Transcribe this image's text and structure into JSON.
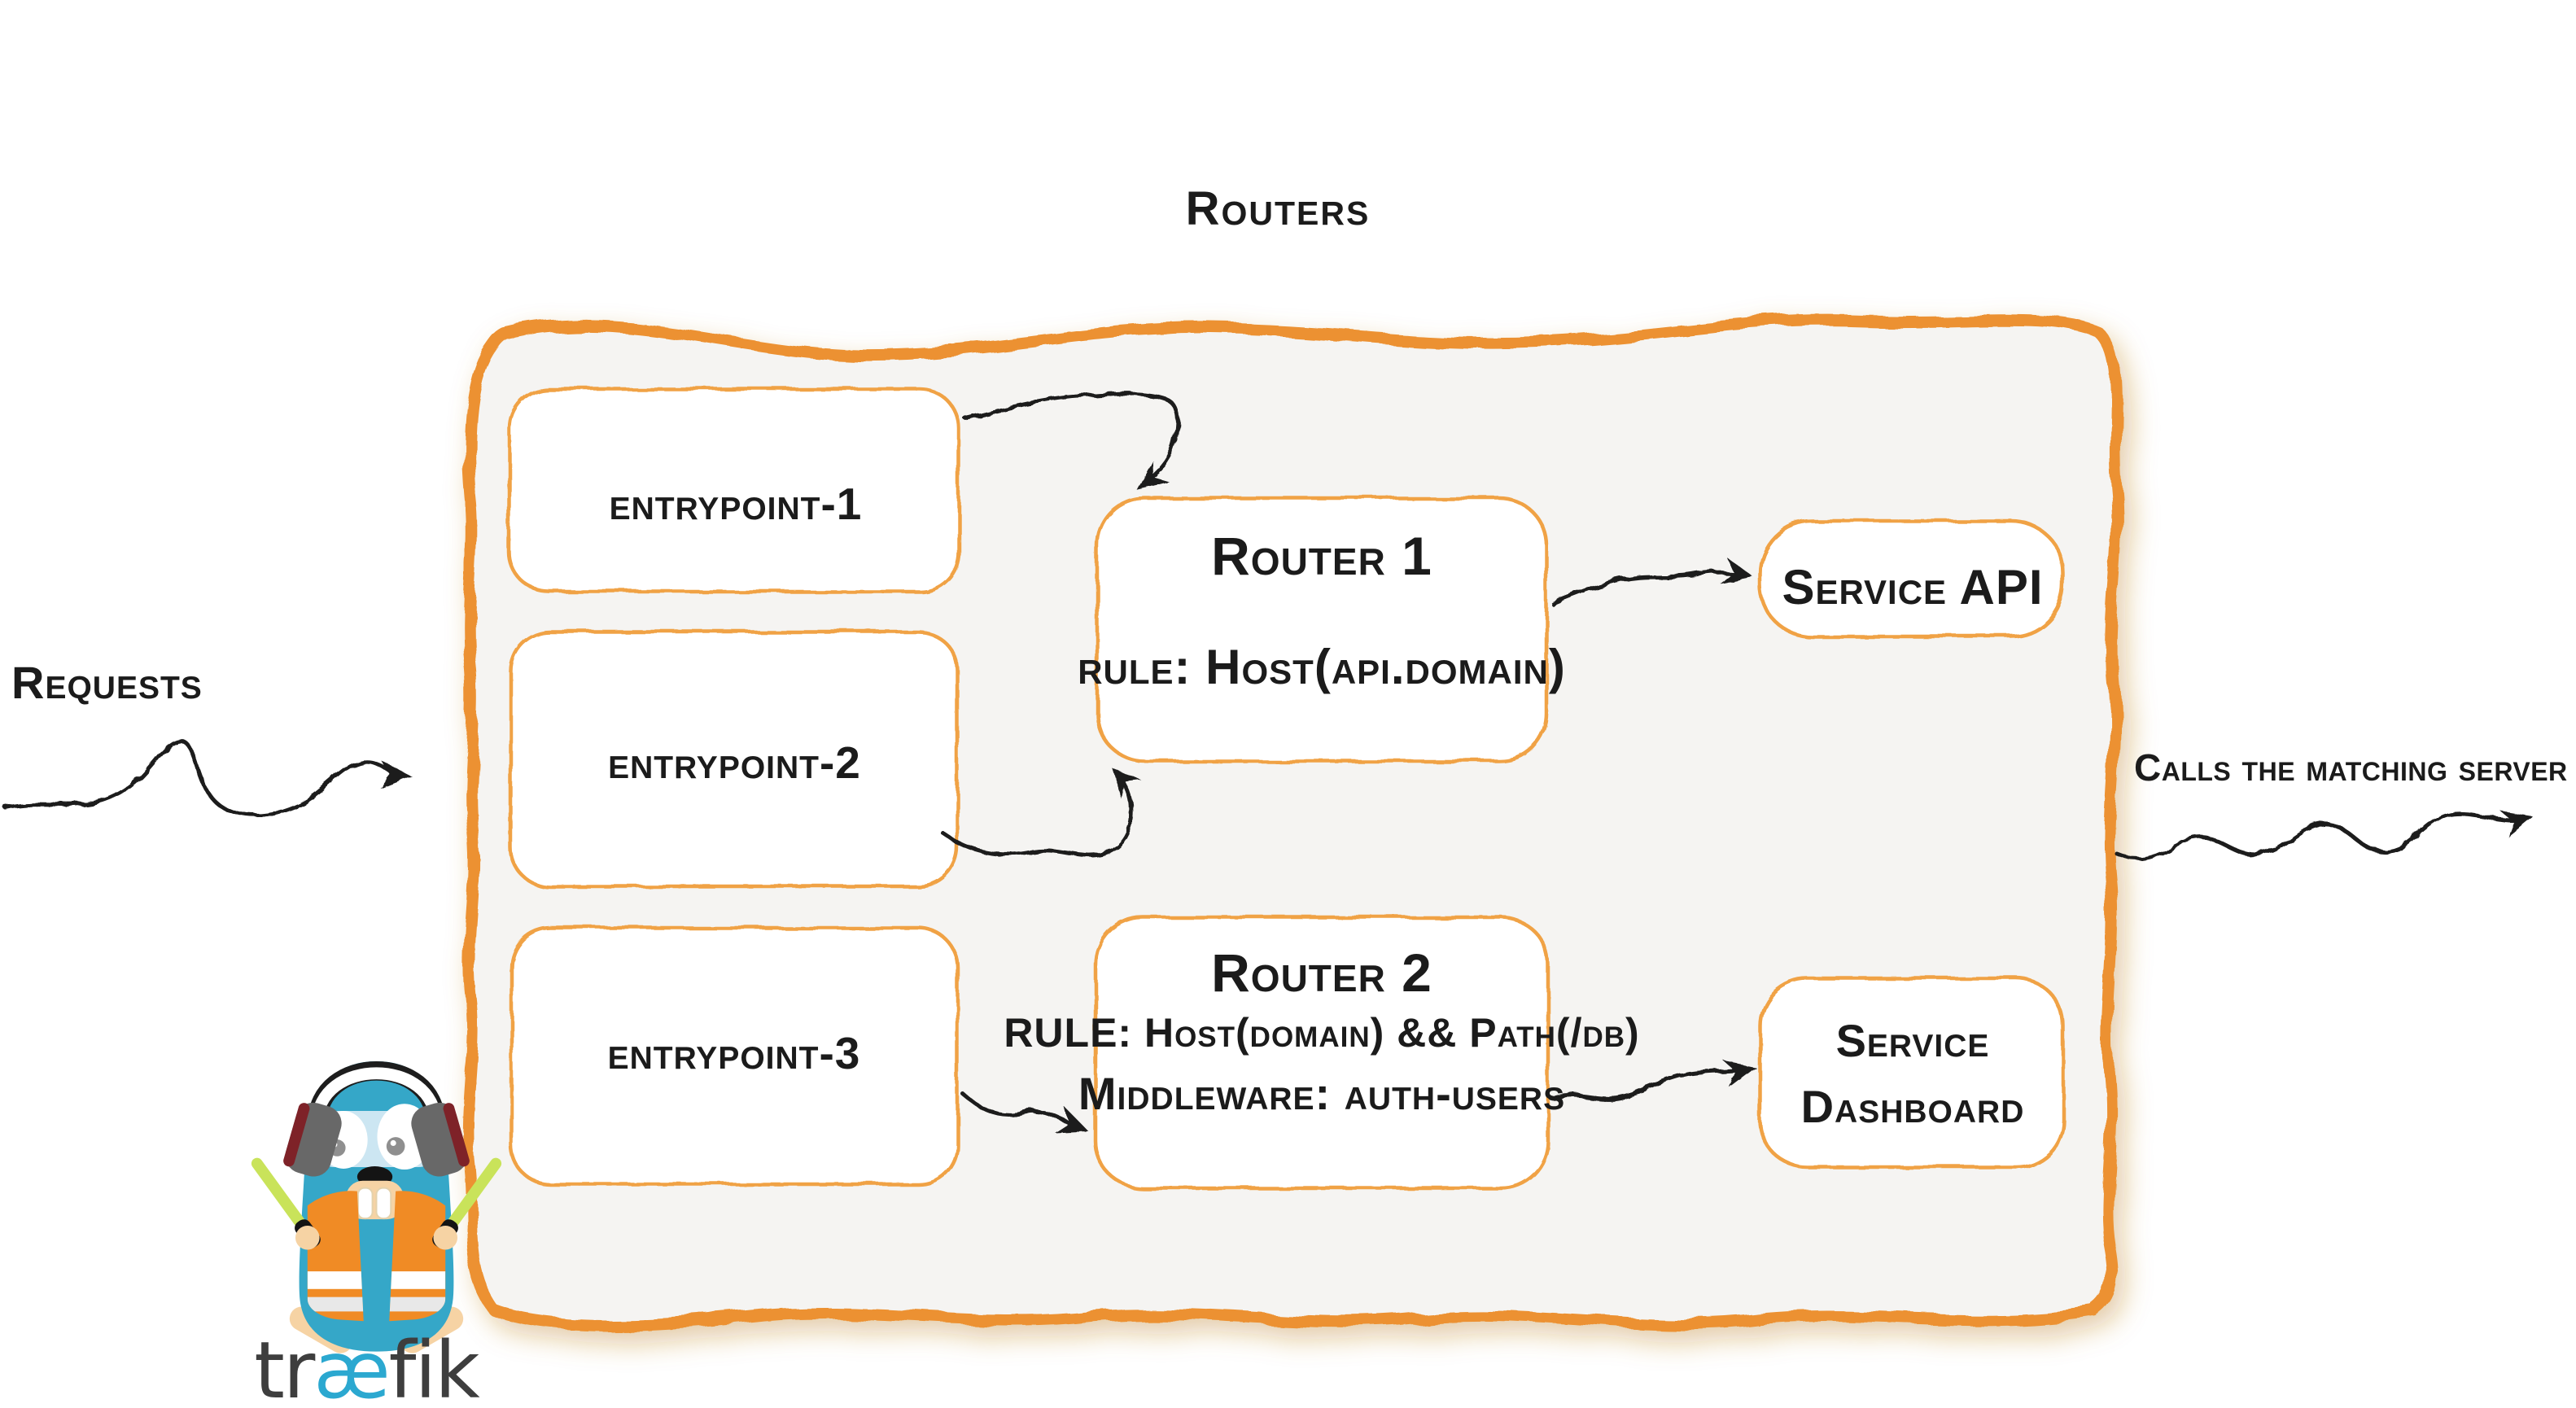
{
  "diagram": {
    "title": "Routers",
    "requests_label": "Requests",
    "output_label": "Calls the matching server"
  },
  "entrypoints": [
    {
      "label": "entrypoint-1"
    },
    {
      "label": "entrypoint-2"
    },
    {
      "label": "entrypoint-3"
    }
  ],
  "routers": [
    {
      "title": "Router 1",
      "rule": "rule: Host(api.domain)"
    },
    {
      "title": "Router 2",
      "rule": "RULE: Host(domain) && Path(/db)",
      "middleware": "Middleware: auth-users"
    }
  ],
  "services": [
    {
      "lines": [
        "Service API"
      ]
    },
    {
      "lines": [
        "Service",
        "Dashboard"
      ]
    }
  ],
  "logo": {
    "wordmark_parts": [
      "tr",
      "æ",
      "fik"
    ]
  },
  "icons": {
    "mascot": "traefik-gopher-mascot",
    "arrows": "hand-drawn-squiggle-arrows"
  },
  "colors": {
    "container_border": "#EC9130",
    "box_border": "#F0A245",
    "container_fill": "#F5F4F2",
    "ink": "#1B1B1B",
    "gopher_blue": "#35A7C8",
    "vest_orange": "#F08B25",
    "baton_green": "#C9E35A",
    "wordmark_gray": "#3E3E3E",
    "wordmark_blue": "#2BA8D0"
  }
}
